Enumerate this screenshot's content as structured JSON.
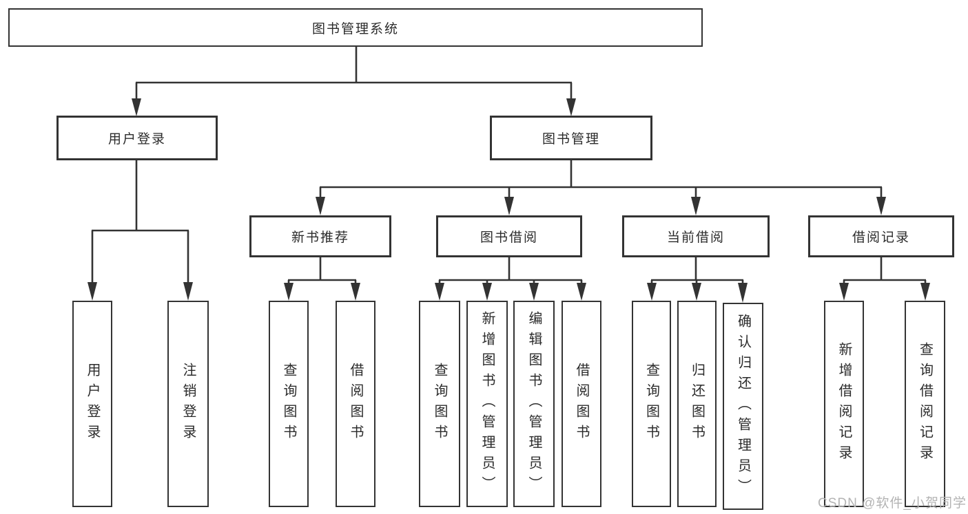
{
  "diagram": {
    "title": "图书管理系统",
    "branches": [
      {
        "label": "用户登录",
        "children": [
          {
            "label": "用户登录"
          },
          {
            "label": "注销登录"
          }
        ]
      },
      {
        "label": "图书管理",
        "children": [
          {
            "label": "新书推荐",
            "children": [
              {
                "label": "查询图书"
              },
              {
                "label": "借阅图书"
              }
            ]
          },
          {
            "label": "图书借阅",
            "children": [
              {
                "label": "查询图书"
              },
              {
                "label": "新增图书（管理员）"
              },
              {
                "label": "编辑图书（管理员）"
              },
              {
                "label": "借阅图书"
              }
            ]
          },
          {
            "label": "当前借阅",
            "children": [
              {
                "label": "查询图书"
              },
              {
                "label": "归还图书"
              },
              {
                "label": "确认归还（管理员）"
              }
            ]
          },
          {
            "label": "借阅记录",
            "children": [
              {
                "label": "新增借阅记录"
              },
              {
                "label": "查询借阅记录"
              }
            ]
          }
        ]
      }
    ]
  },
  "watermark": "CSDN @软件_小贺同学",
  "colors": {
    "line": "#333333",
    "box_border": "#333333",
    "box_background": "#ffffff",
    "text": "#2b2b2b",
    "watermark": "#b3b3b3"
  }
}
